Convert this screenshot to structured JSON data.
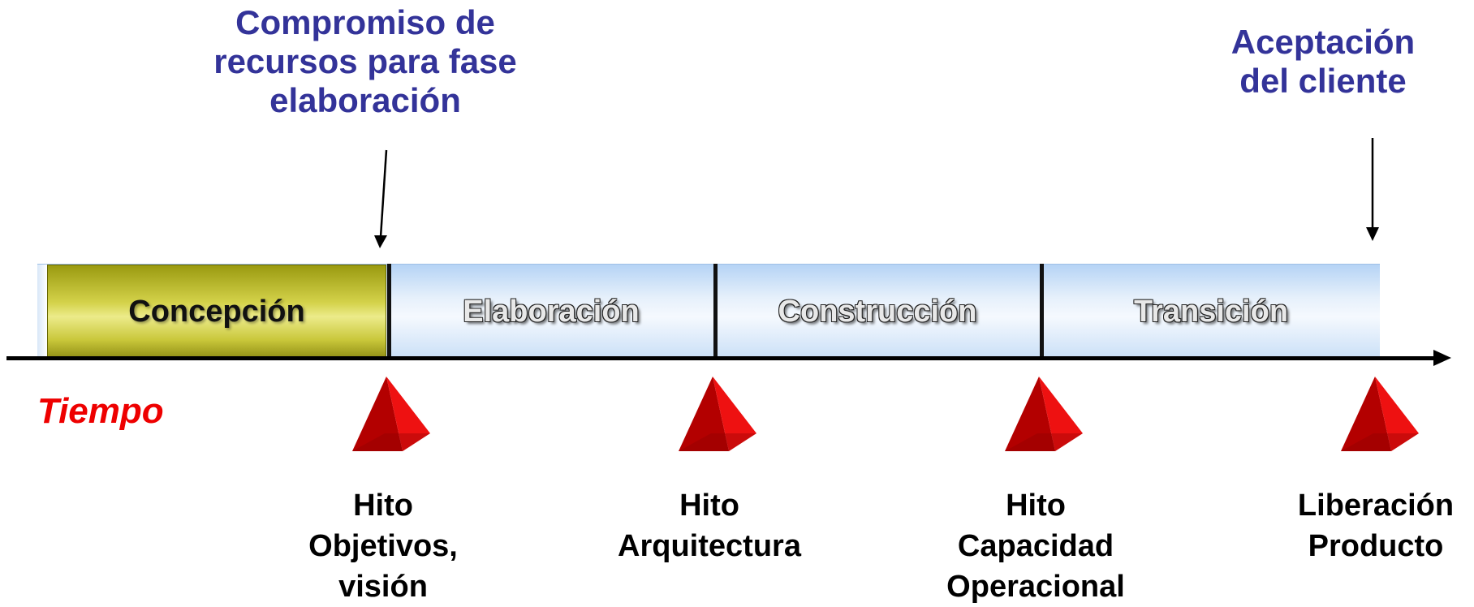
{
  "annotations": {
    "resource_commitment": [
      "Compromiso de",
      "recursos para fase",
      "elaboración"
    ],
    "customer_acceptance": [
      "Aceptación",
      "del cliente"
    ]
  },
  "phases": [
    "Concepción",
    "Elaboración",
    "Construcción",
    "Transición"
  ],
  "time_label": "Tiempo",
  "milestones": [
    {
      "lines": [
        "Hito",
        "Objetivos,",
        "visión"
      ]
    },
    {
      "lines": [
        "Hito",
        "Arquitectura"
      ]
    },
    {
      "lines": [
        "Hito",
        "Capacidad",
        "Operacional"
      ]
    },
    {
      "lines": [
        "Liberación",
        "Producto"
      ]
    }
  ],
  "colors": {
    "annotation_text": "#333399",
    "time_text": "#ee0000",
    "milestone_red": "#cc0000",
    "inception_olive": "#c9c73a",
    "phase_blue": "#c9dff7"
  },
  "icons": {
    "milestone": "red-pyramid-icon",
    "pointer": "arrow-down-icon"
  }
}
